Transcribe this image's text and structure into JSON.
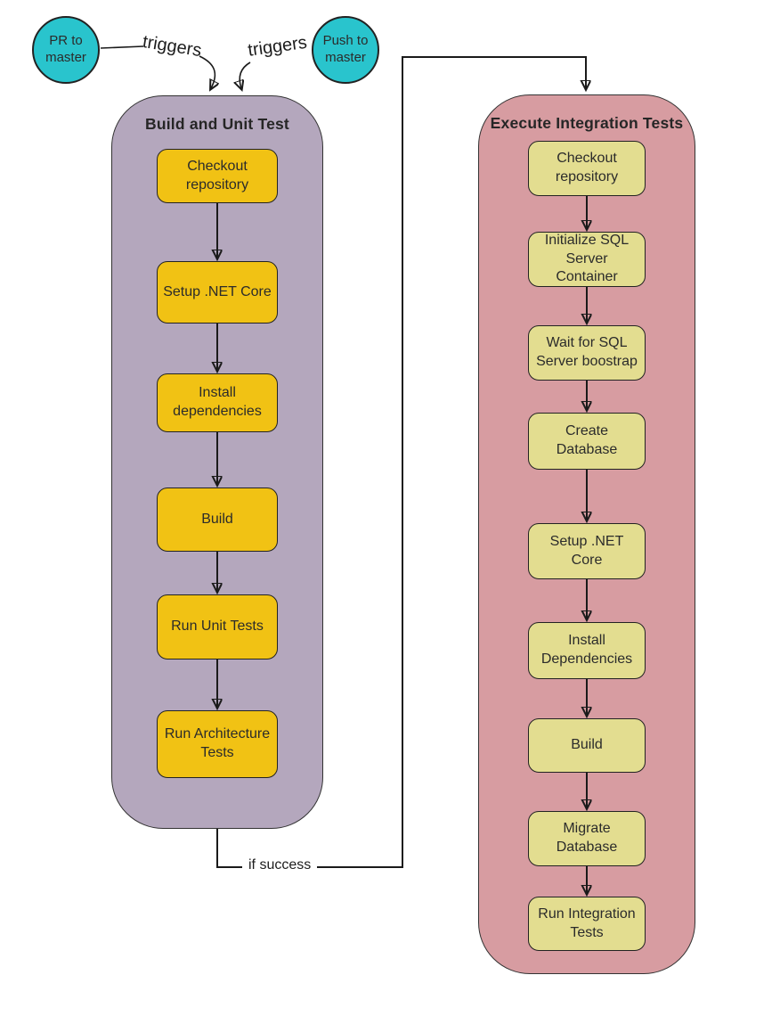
{
  "colors": {
    "trigger_circle_fill": "#29c4cd",
    "build_group_fill": "#b4a7bd",
    "build_step_fill": "#f1c214",
    "integration_group_fill": "#d79ca1",
    "integration_step_fill": "#e3dd90",
    "edge_stroke": "#1a1a1a"
  },
  "triggers": [
    {
      "label": "PR to master"
    },
    {
      "label": "Push to master"
    }
  ],
  "edge_labels": {
    "trigger_1": "triggers",
    "trigger_2": "triggers",
    "if_success": "if success"
  },
  "groups": [
    {
      "title": "Build and Unit Test",
      "steps": [
        "Checkout repository",
        "Setup .NET Core",
        "Install dependencies",
        "Build",
        "Run Unit Tests",
        "Run Architecture Tests"
      ]
    },
    {
      "title": "Execute Integration Tests",
      "steps": [
        "Checkout repository",
        "Initialize SQL Server Container",
        "Wait for SQL Server boostrap",
        "Create Database",
        "Setup .NET Core",
        "Install Dependencies",
        "Build",
        "Migrate Database",
        "Run Integration Tests"
      ]
    }
  ]
}
